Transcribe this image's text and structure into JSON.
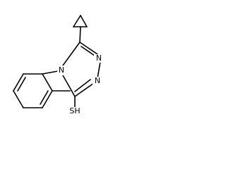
{
  "molecule": {
    "atom_labels": {
      "n1": "N",
      "n2": "N",
      "n4": "N",
      "sh": "SH"
    },
    "colors": {
      "bond": "#000000",
      "label": "#000000",
      "background": "#ffffff"
    }
  }
}
